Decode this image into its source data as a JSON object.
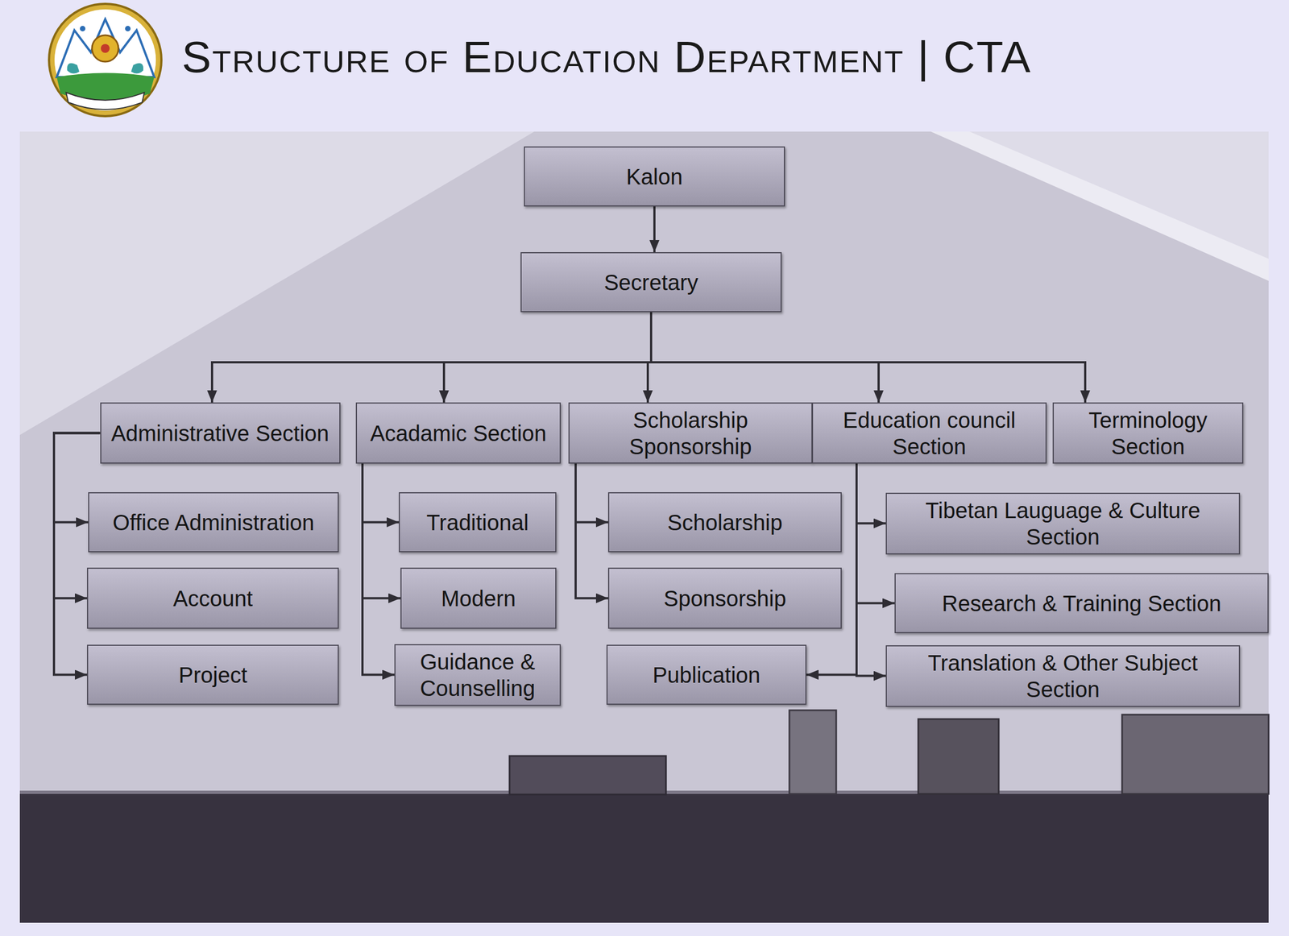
{
  "diagram": {
    "title": "Structure of Education Department | CTA",
    "nodes": [
      {
        "text": [
          "Kalon"
        ]
      },
      {
        "text": [
          "Secretary"
        ]
      },
      {
        "text": [
          "Administrative Section"
        ]
      },
      {
        "text": [
          "Acadamic Section"
        ]
      },
      {
        "text": [
          "Scholarship Sponsorship"
        ]
      },
      {
        "text": [
          "Education council Section"
        ]
      },
      {
        "text": [
          "Terminology Section"
        ]
      },
      {
        "text": [
          "Office Administration"
        ]
      },
      {
        "text": [
          "Account"
        ]
      },
      {
        "text": [
          "Project"
        ]
      },
      {
        "text": [
          "Traditional"
        ]
      },
      {
        "text": [
          "Modern"
        ]
      },
      {
        "text": [
          "Guidance & Counselling"
        ]
      },
      {
        "text": [
          "Scholarship"
        ]
      },
      {
        "text": [
          "Sponsorship"
        ]
      },
      {
        "text": [
          "Publication"
        ]
      },
      {
        "text": [
          "Tibetan Lauguage & Culture Section"
        ]
      },
      {
        "text": [
          "Research & Training Section"
        ]
      },
      {
        "text": [
          "Translation & Other Subject Section"
        ]
      }
    ],
    "edges": [
      {
        "from": 0,
        "to": 1,
        "arrow": "to"
      },
      {
        "from": 1,
        "to": 2,
        "arrow": "to"
      },
      {
        "from": 1,
        "to": 3,
        "arrow": "to"
      },
      {
        "from": 1,
        "to": 4,
        "arrow": "to"
      },
      {
        "from": 1,
        "to": 5,
        "arrow": "to"
      },
      {
        "from": 1,
        "to": 6,
        "arrow": "to"
      },
      {
        "from": 2,
        "to": 7,
        "arrow": "to"
      },
      {
        "from": 2,
        "to": 8,
        "arrow": "to"
      },
      {
        "from": 2,
        "to": 9,
        "arrow": "to"
      },
      {
        "from": 3,
        "to": 10,
        "arrow": "to"
      },
      {
        "from": 3,
        "to": 11,
        "arrow": "to"
      },
      {
        "from": 3,
        "to": 12,
        "arrow": "to"
      },
      {
        "from": 4,
        "to": 13,
        "arrow": "to"
      },
      {
        "from": 4,
        "to": 14,
        "arrow": "to"
      },
      {
        "from": 5,
        "to": 15,
        "arrow": "to"
      },
      {
        "from": 5,
        "to": 16,
        "arrow": "to"
      },
      {
        "from": 5,
        "to": 17,
        "arrow": "to"
      },
      {
        "from": 5,
        "to": 18,
        "arrow": "to"
      }
    ]
  }
}
